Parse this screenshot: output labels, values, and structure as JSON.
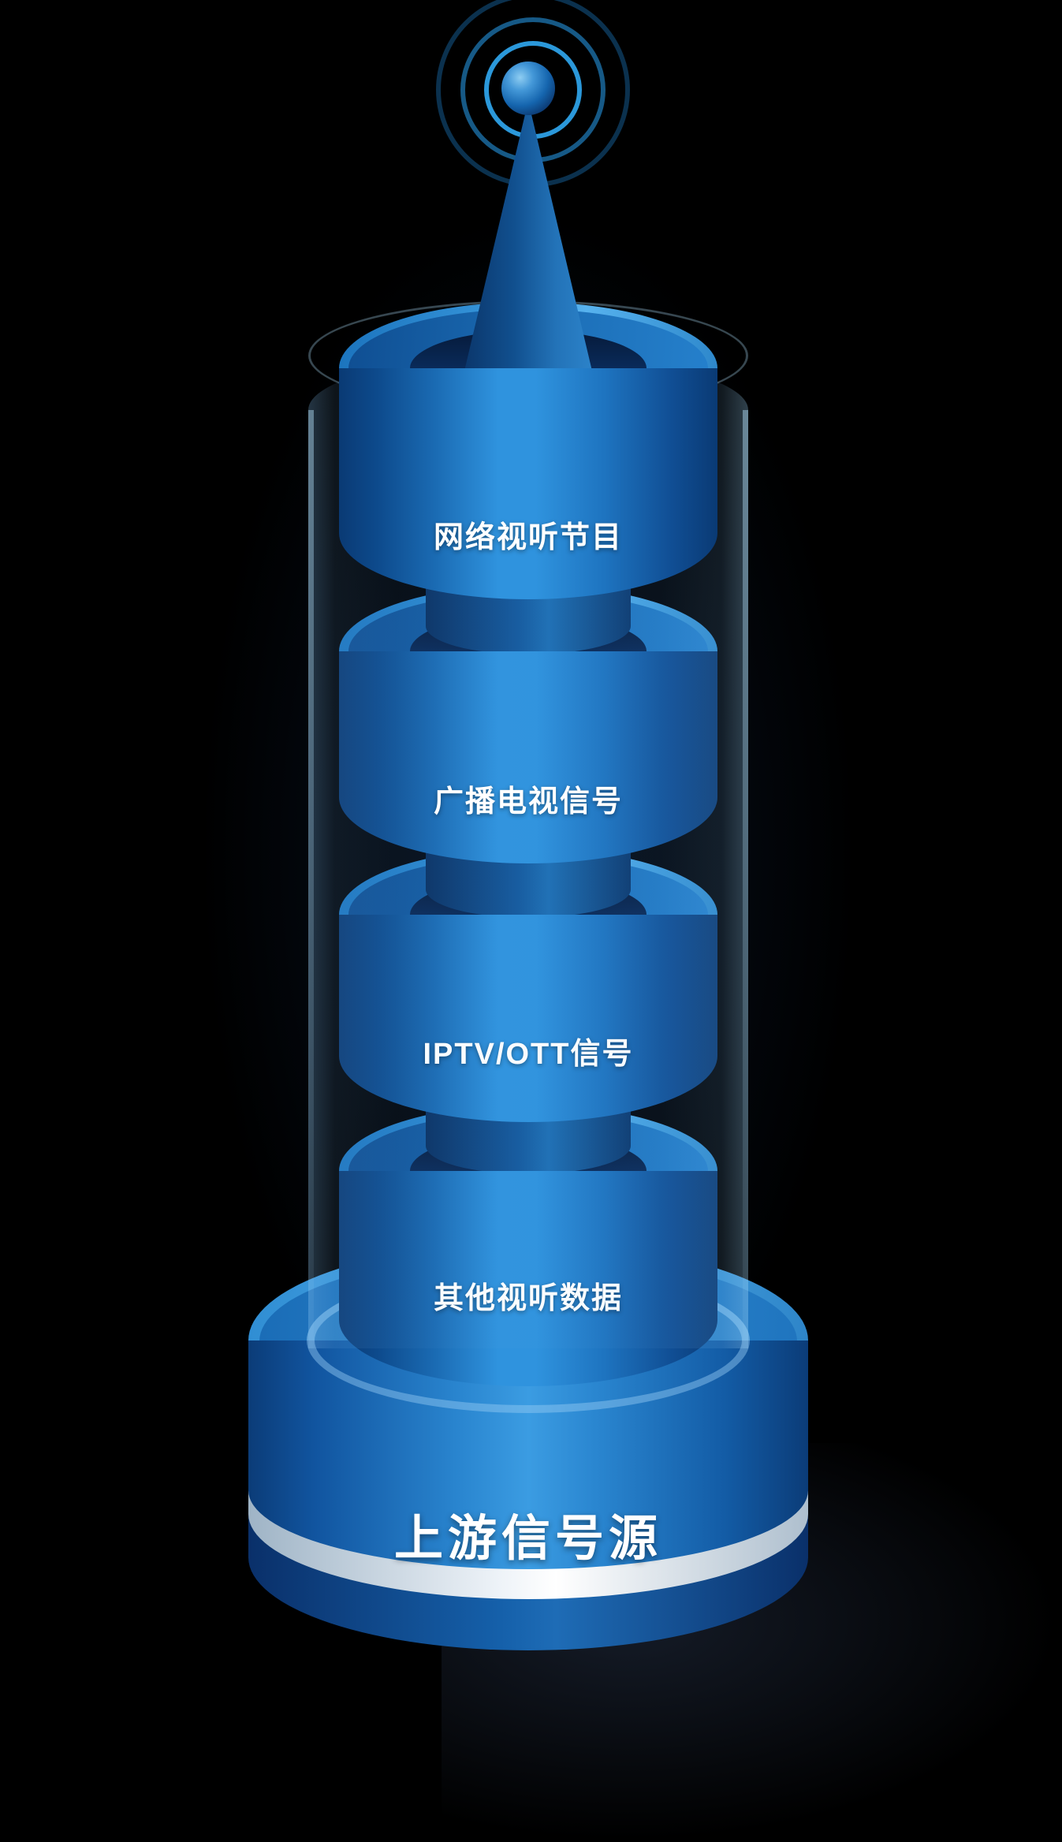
{
  "diagram": {
    "segments": [
      {
        "label": "网络视听节目"
      },
      {
        "label": "广播电视信号"
      },
      {
        "label": "IPTV/OTT信号"
      },
      {
        "label": "其他视听数据"
      }
    ],
    "base": {
      "label": "上游信号源"
    },
    "colors": {
      "background": "#000000",
      "blue_bright": "#3b9ce2",
      "blue_mid": "#1a6ab2",
      "blue_dark": "#0a3a74",
      "navy_recess": "#0a2c5a",
      "stripe_white": "#eef3f8",
      "ring_cyan": "#2da0e6",
      "glass_tint": "#82bef0",
      "text": "#ffffff"
    },
    "icons": [
      {
        "name": "antenna-icon",
        "meaning": "broadcast signal source"
      }
    ]
  }
}
